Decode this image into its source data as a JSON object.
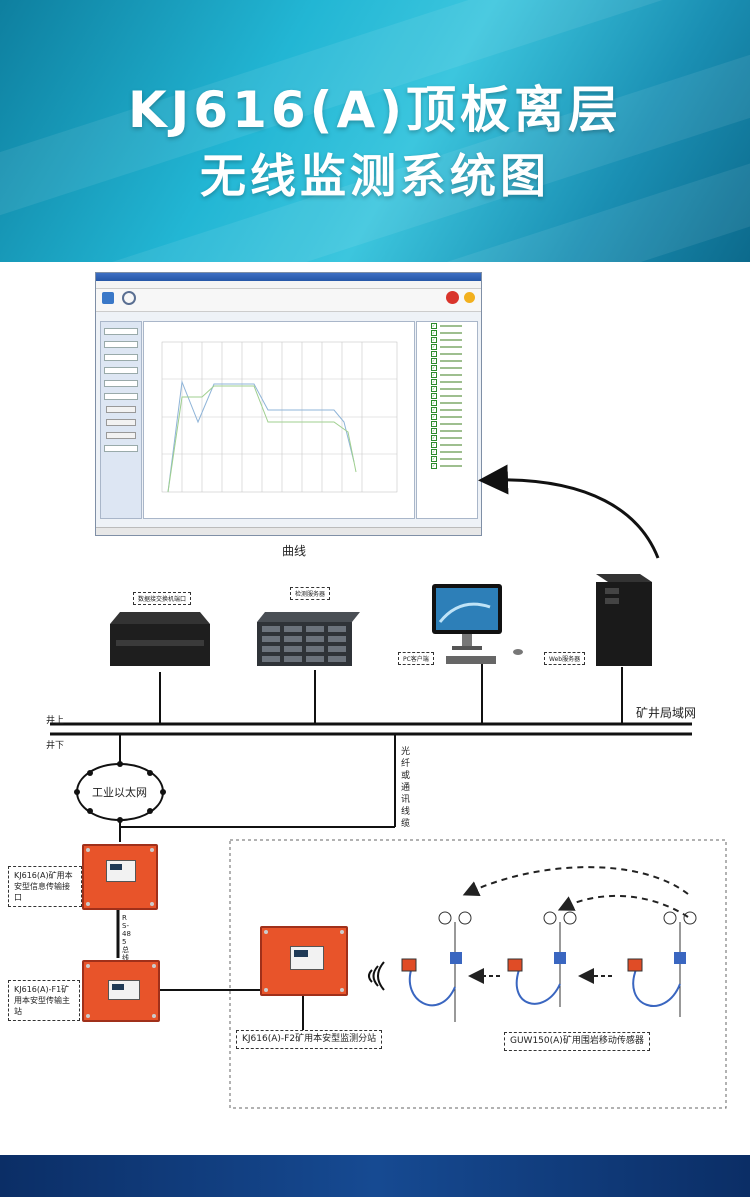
{
  "header": {
    "title_line1": "KJ616(A)顶板离层",
    "title_line2": "无线监测系统图"
  },
  "software": {
    "caption": "曲线"
  },
  "devices": {
    "switch_label": "数据接交换机端口",
    "storage_label": "检测服务器",
    "pc_label": "PC客户端",
    "web_label": "Web服务器"
  },
  "network": {
    "lan_label": "矿井局域网",
    "above_ground": "井上",
    "below_ground": "井下",
    "ethernet_label": "工业以太网",
    "fiber_label": "光纤或通讯线缆",
    "rs485_label": "RS-485总线"
  },
  "stations": {
    "interface_label": "KJ616(A)矿用本安型信息传输接口",
    "host_label": "KJ616(A)-F1矿用本安型传输主站",
    "substation_label": "KJ616(A)-F2矿用本安型监测分站",
    "sensor_label": "GUW150(A)矿用围岩移动传感器"
  }
}
